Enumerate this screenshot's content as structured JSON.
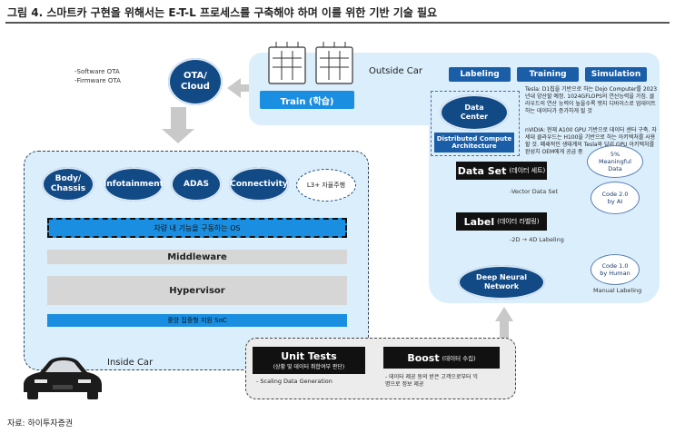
{
  "title": "그림 4. 스마트카 구현을 위해서는 E-T-L 프로세스를 구축해야 하며 이를 위한 기반 기술 필요",
  "source": "자료: 하이투자증권",
  "ota_labels": [
    "-Software OTA",
    "-Firmware OTA"
  ],
  "ota_cloud": "OTA/\nCloud",
  "outside_car": "Outside Car",
  "inside_car": "Inside Car",
  "train": "Train (학습)",
  "tabs": [
    "Labeling",
    "Training",
    "Simulation"
  ],
  "data_center": "Data\nCenter",
  "distributed": "Distributed Compute\nArchitecture",
  "tesla_note": "Tesla: D1칩을 기반으로 하는 Dojo Computer를 2023년내 양산할 예정. 1024GFLOPS의 연산능력을 가짐. 클라우드의 연산 능력이 높을수록 엣지 디바이스로 업데이트하는 데이터가 증가하게 될 것",
  "nvidia_note": "nVIDIA: 현재 A100 GPU 기반으로 데이터 센터 구축. 자세대 클라우드는 H100을 기반으로 하는 아키텍처를 사용할 것. 폐쇄적인 생태계의 Tesla와 달리 GPU 아키텍처를 완성치 OEM에게 공급 중",
  "dataset": {
    "main": "Data Set",
    "sub": "(데이터 세트)"
  },
  "vector_data_set": "-Vector Data Set",
  "label": {
    "main": "Label",
    "sub": "(데이터 라벨링)"
  },
  "labeling_2d4d": "-2D → 4D Labeling",
  "dnn": "Deep Neural\nNetwork",
  "meaningful": "5%\nMeaningful\nData",
  "code20": "Code 2.0\nby AI",
  "code10": "Code 1.0\nby Human",
  "manual_labeling": "Manual Labeling",
  "domains": [
    "Body/\nChassis",
    "Infotainment",
    "ADAS",
    "Connectivity"
  ],
  "l3": "L3+ 자율주행",
  "os_bar": "차량 내 기능을 구동하는 OS",
  "middleware": "Middleware",
  "hypervisor": "Hypervisor",
  "soc": "중앙 집중형 지원 SoC",
  "unit_tests": {
    "main": "Unit Tests",
    "sub": "(상황 및 데이터 취합여부 판단)"
  },
  "scaling": "- Scaling Data Generation",
  "boost": {
    "main": "Boost",
    "sub": "(데이터 수집)"
  },
  "boost_note": "- 데이터 제공 동의 받은 고객으로부터 익\n명으로 정보 제공",
  "colors": {
    "navy": "#124a86",
    "blue": "#1a5ea8",
    "bright_blue": "#1a8ee0",
    "panel": "#dbeefb",
    "gray": "#d6d6d6"
  }
}
